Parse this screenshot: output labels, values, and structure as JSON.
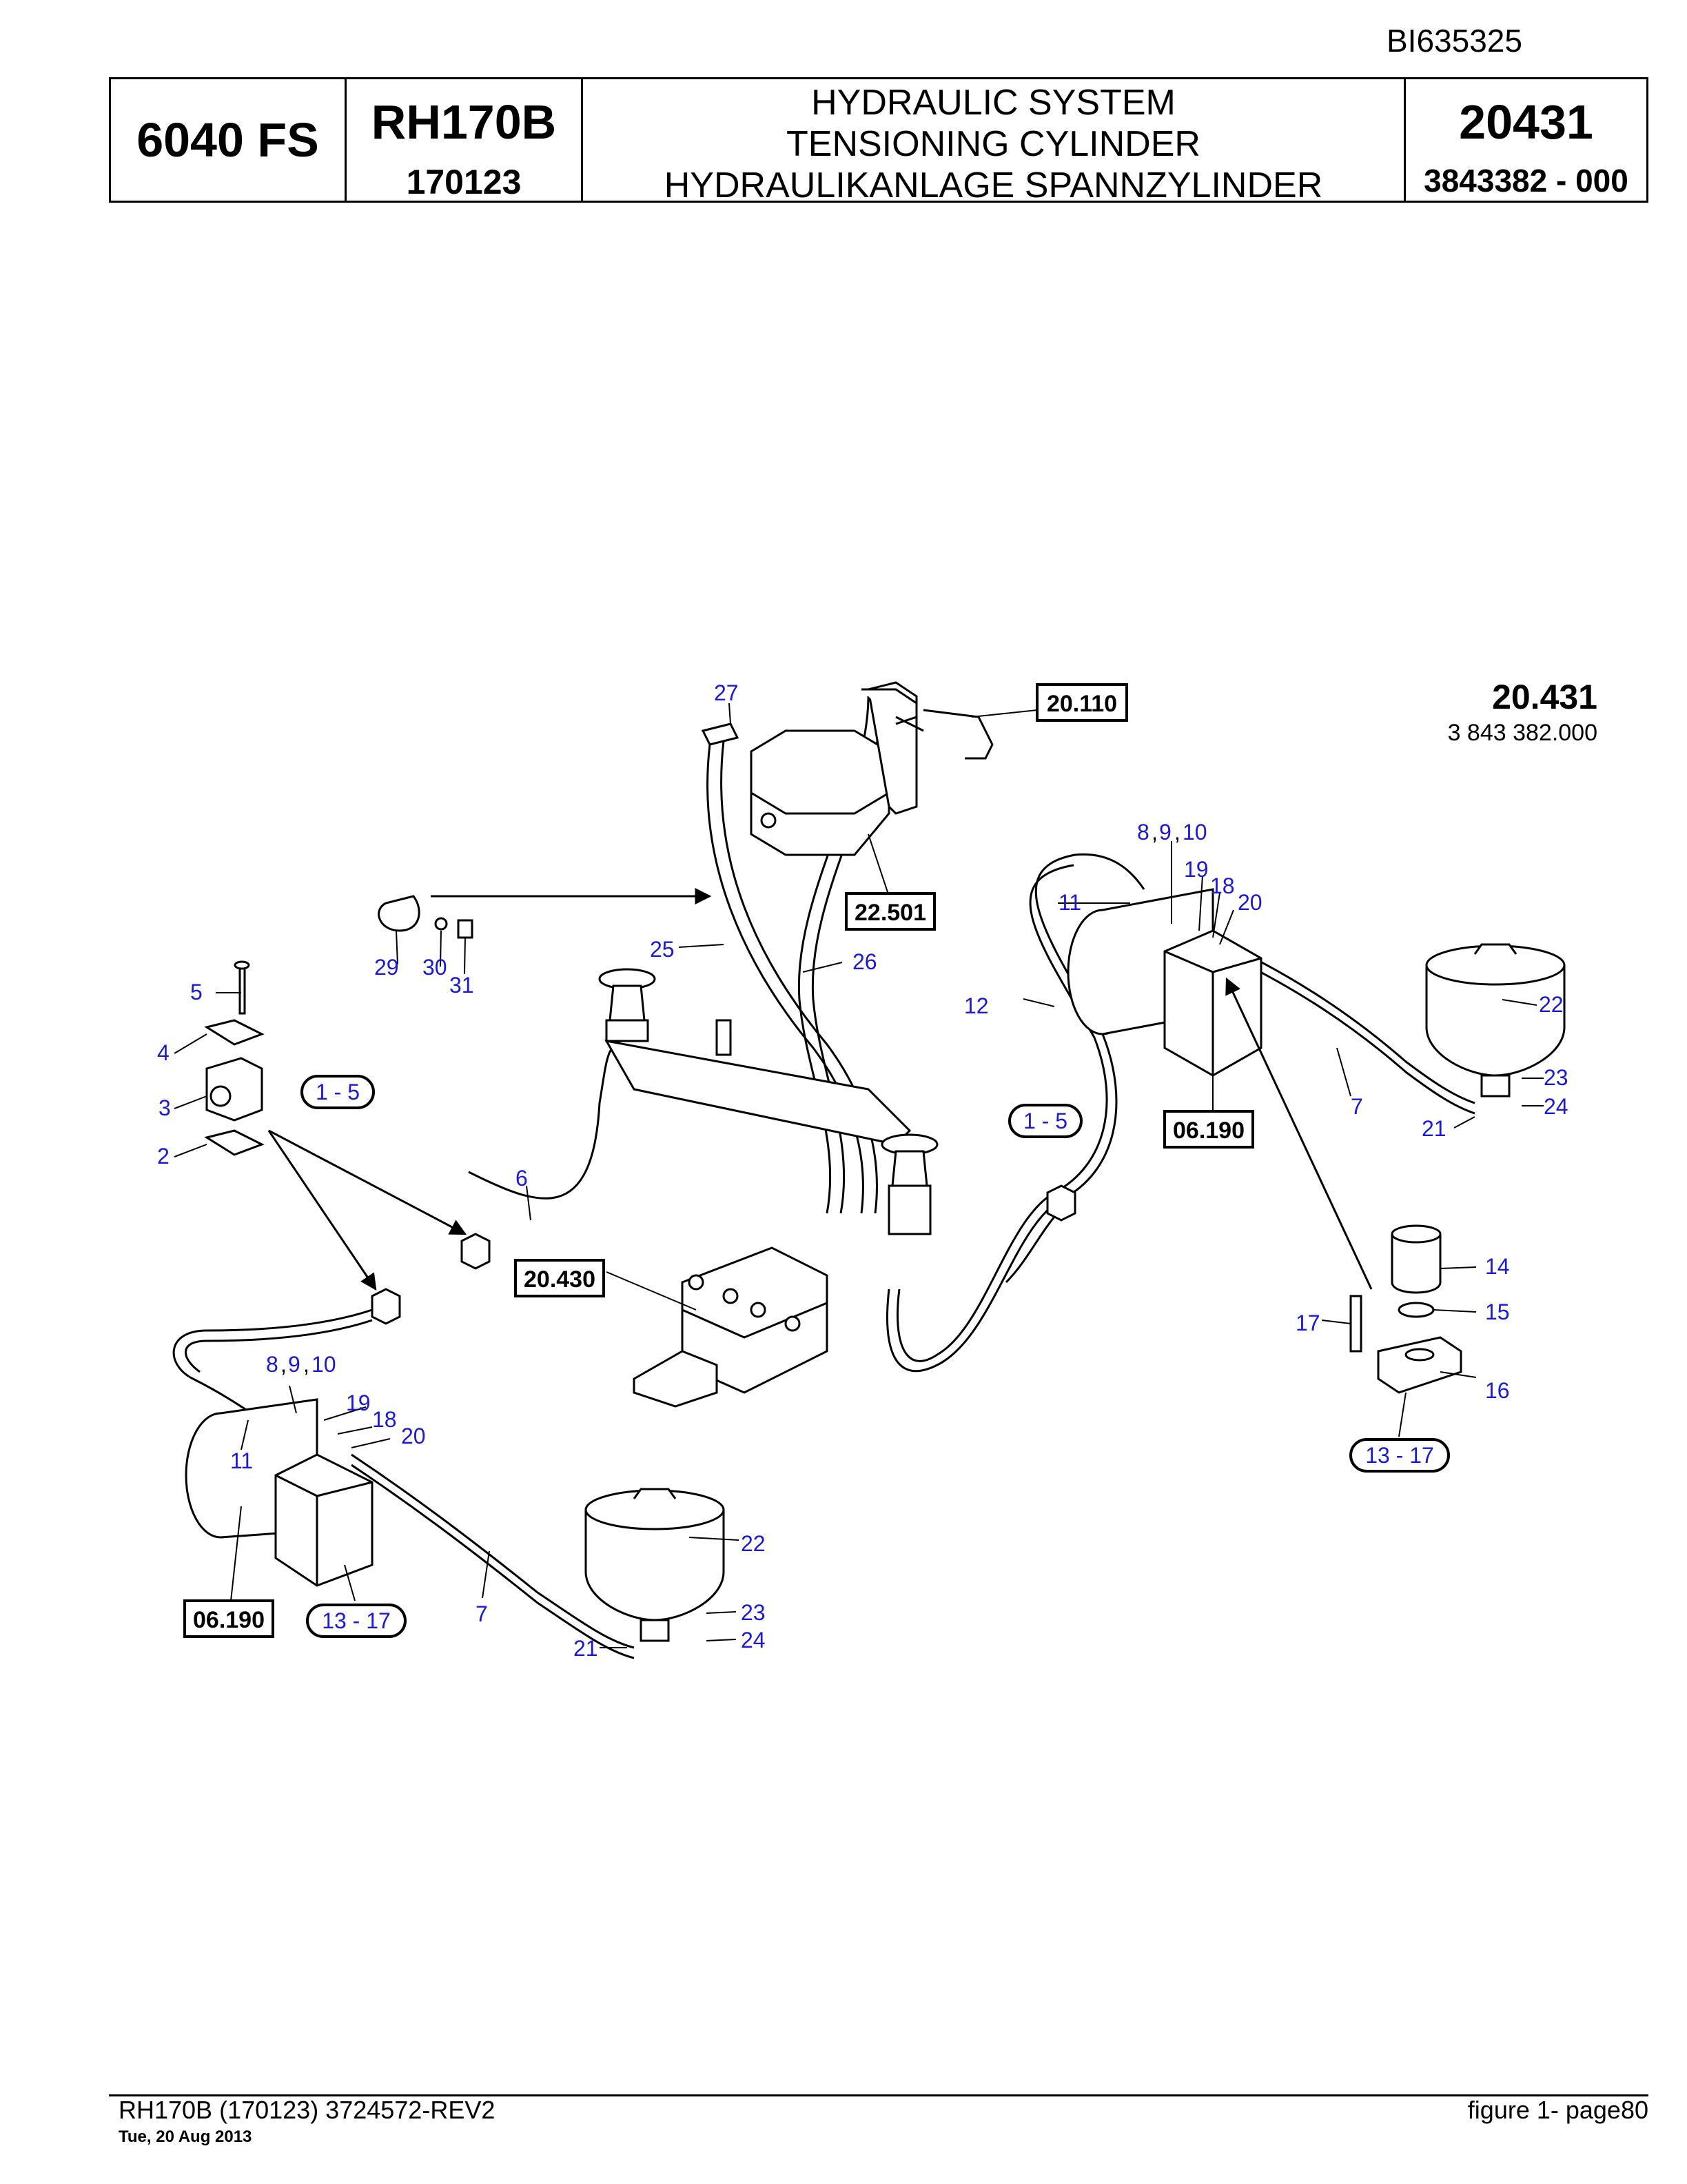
{
  "doc_id": "BI635325",
  "title_block": {
    "model_code": "6040 FS",
    "machine": "RH170B",
    "serial": "170123",
    "title_en": "HYDRAULIC SYSTEM TENSIONING CYLINDER",
    "title_de": "HYDRAULIKANLAGE SPANNZYLINDER",
    "group_no": "20431",
    "part_no": "3843382  - 000"
  },
  "drawing": {
    "group_label": "20.431",
    "group_part": "3 843 382.000",
    "part_labels": [
      "1",
      "2",
      "3",
      "4",
      "5",
      "6",
      "7",
      "8",
      "9",
      "10",
      "11",
      "12",
      "13",
      "14",
      "15",
      "16",
      "17",
      "18",
      "19",
      "20",
      "21",
      "22",
      "23",
      "24",
      "25",
      "26",
      "27",
      "29",
      "30",
      "31"
    ],
    "reference_boxes": [
      "20.110",
      "22.501",
      "06.190",
      "20.430"
    ],
    "range_callouts": [
      "1 - 5",
      "13 - 17"
    ]
  },
  "footer": {
    "left": "RH170B (170123) 3724572-REV2",
    "date": "Tue, 20 Aug 2013",
    "right": "figure  1- page80"
  }
}
